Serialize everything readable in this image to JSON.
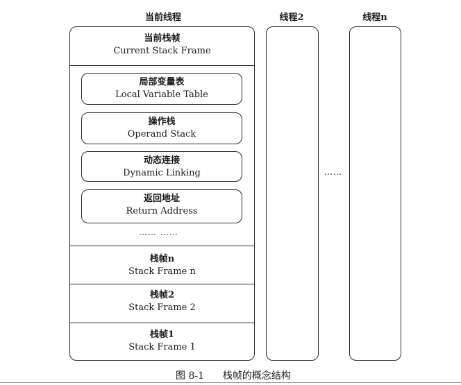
{
  "threads": {
    "current": {
      "title": "当前线程",
      "current_frame": {
        "zh": "当前栈帧",
        "en": "Current Stack Frame"
      },
      "components": [
        {
          "zh": "局部变量表",
          "en": "Local Variable Table"
        },
        {
          "zh": "操作栈",
          "en": "Operand Stack"
        },
        {
          "zh": "动态连接",
          "en": "Dynamic Linking"
        },
        {
          "zh": "返回地址",
          "en": "Return Address"
        }
      ],
      "inner_ellipsis": "…… ……",
      "frames": [
        {
          "zh": "栈帧n",
          "en": "Stack Frame n"
        },
        {
          "zh": "栈帧2",
          "en": "Stack Frame 2"
        },
        {
          "zh": "栈帧1",
          "en": "Stack Frame 1"
        }
      ]
    },
    "thread2": {
      "title": "线程2"
    },
    "threadn": {
      "title": "线程n"
    },
    "between_ellipsis": "……"
  },
  "caption": {
    "number": "图 8-1",
    "text": "栈帧的概念结构"
  }
}
